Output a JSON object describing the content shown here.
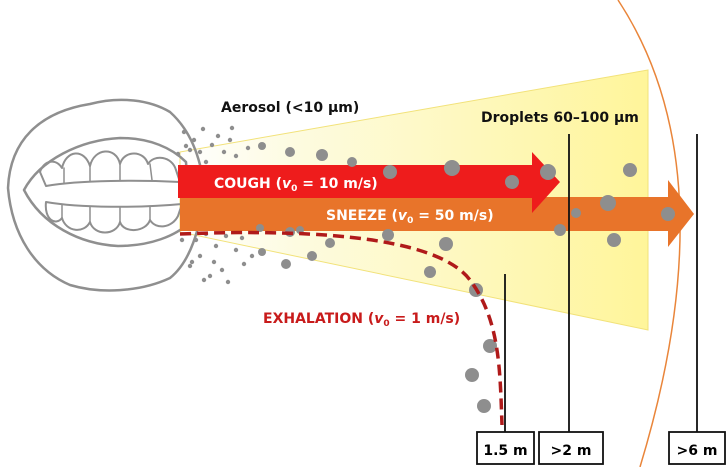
{
  "labels": {
    "aerosol": "Aerosol (<10 µm)",
    "droplets": "Droplets  60–100 µm",
    "cough_prefix": "COUGH (",
    "cough_v": "v",
    "cough_sub": "0",
    "cough_suffix": " = 10 m/s)",
    "sneeze_prefix": "SNEEZE  (",
    "sneeze_v": "v",
    "sneeze_sub": "0",
    "sneeze_suffix": " = 50 m/s)",
    "exhalation_prefix": "EXHALATION (",
    "exhalation_v": "v",
    "exhalation_sub": "0",
    "exhalation_suffix": " = 1 m/s)"
  },
  "distances": [
    "1.5 m",
    ">2 m",
    ">6 m"
  ],
  "colors": {
    "cough": "#ee1c1c",
    "sneeze": "#e8742a",
    "exhalation": "#b01a1a",
    "cone": "#fff7b0",
    "droplet": "#8e8e8e",
    "outline": "#9a9a9a",
    "range_arc": "#e9853a"
  }
}
